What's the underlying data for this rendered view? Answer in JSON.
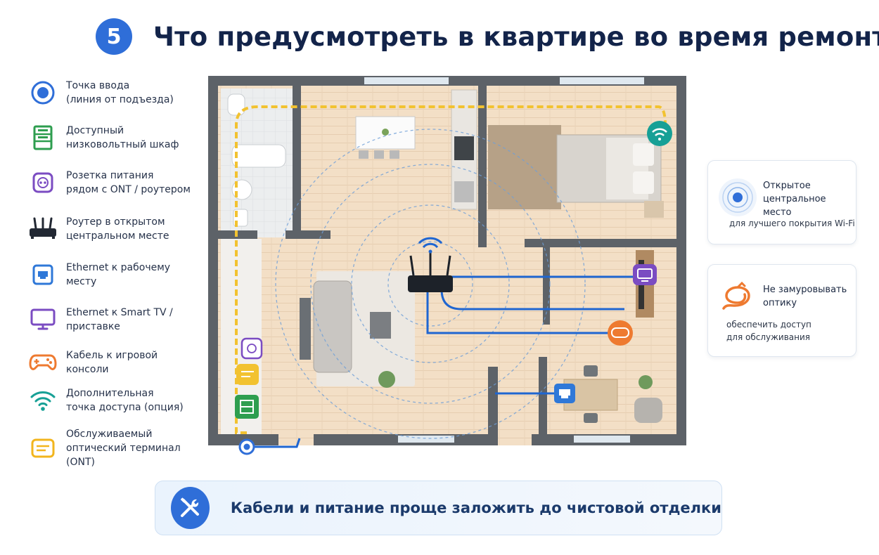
{
  "header": {
    "step_number": "5",
    "title": "Что предусмотреть в квартире во время ремонта"
  },
  "legend": {
    "items": [
      {
        "icon": "entry-point-icon",
        "color": "#2f6ed8",
        "text": "Точка ввода\n(линия от подъезда)"
      },
      {
        "icon": "low-voltage-cabinet-icon",
        "color": "#2e9e4f",
        "text": "Доступный\nнизковольтный шкаф"
      },
      {
        "icon": "power-socket-icon",
        "color": "#7b4cc2",
        "text": "Розетка питания\nрядом с ONT / роутером"
      },
      {
        "icon": "router-icon",
        "color": "#222833",
        "text": "Роутер в открытом\nцентральном месте"
      },
      {
        "icon": "ethernet-port-icon",
        "color": "#2f78d8",
        "text": "Ethernet к рабочему\nместу"
      },
      {
        "icon": "tv-icon",
        "color": "#7b4cc2",
        "text": "Ethernet к Smart TV /\nприставке"
      },
      {
        "icon": "gamepad-icon",
        "color": "#ee7a30",
        "text": "Кабель к игровой\nконсоли"
      },
      {
        "icon": "wifi-icon",
        "color": "#17a096",
        "text": "Дополнительная\nточка доступа (опция)"
      },
      {
        "icon": "ont-terminal-icon",
        "color": "#f2b51e",
        "text": "Обслуживаемый\nоптический терминал (ONT)"
      }
    ]
  },
  "cards": {
    "central": {
      "title": "Открытое\nцентральное место",
      "subtitle": "для лучшего покрытия Wi-Fi"
    },
    "fiber": {
      "title": "Не замуровывать\nоптику",
      "subtitle": "обеспечить доступ\nдля обслуживания"
    }
  },
  "banner": {
    "text": "Кабели и питание проще заложить до чистовой отделки"
  },
  "colors": {
    "accent": "#2f6ed8",
    "cable": "#1f66d1",
    "fiber": "#f2c230",
    "wall": "#5d6268",
    "floor": "#f1dcc2"
  }
}
